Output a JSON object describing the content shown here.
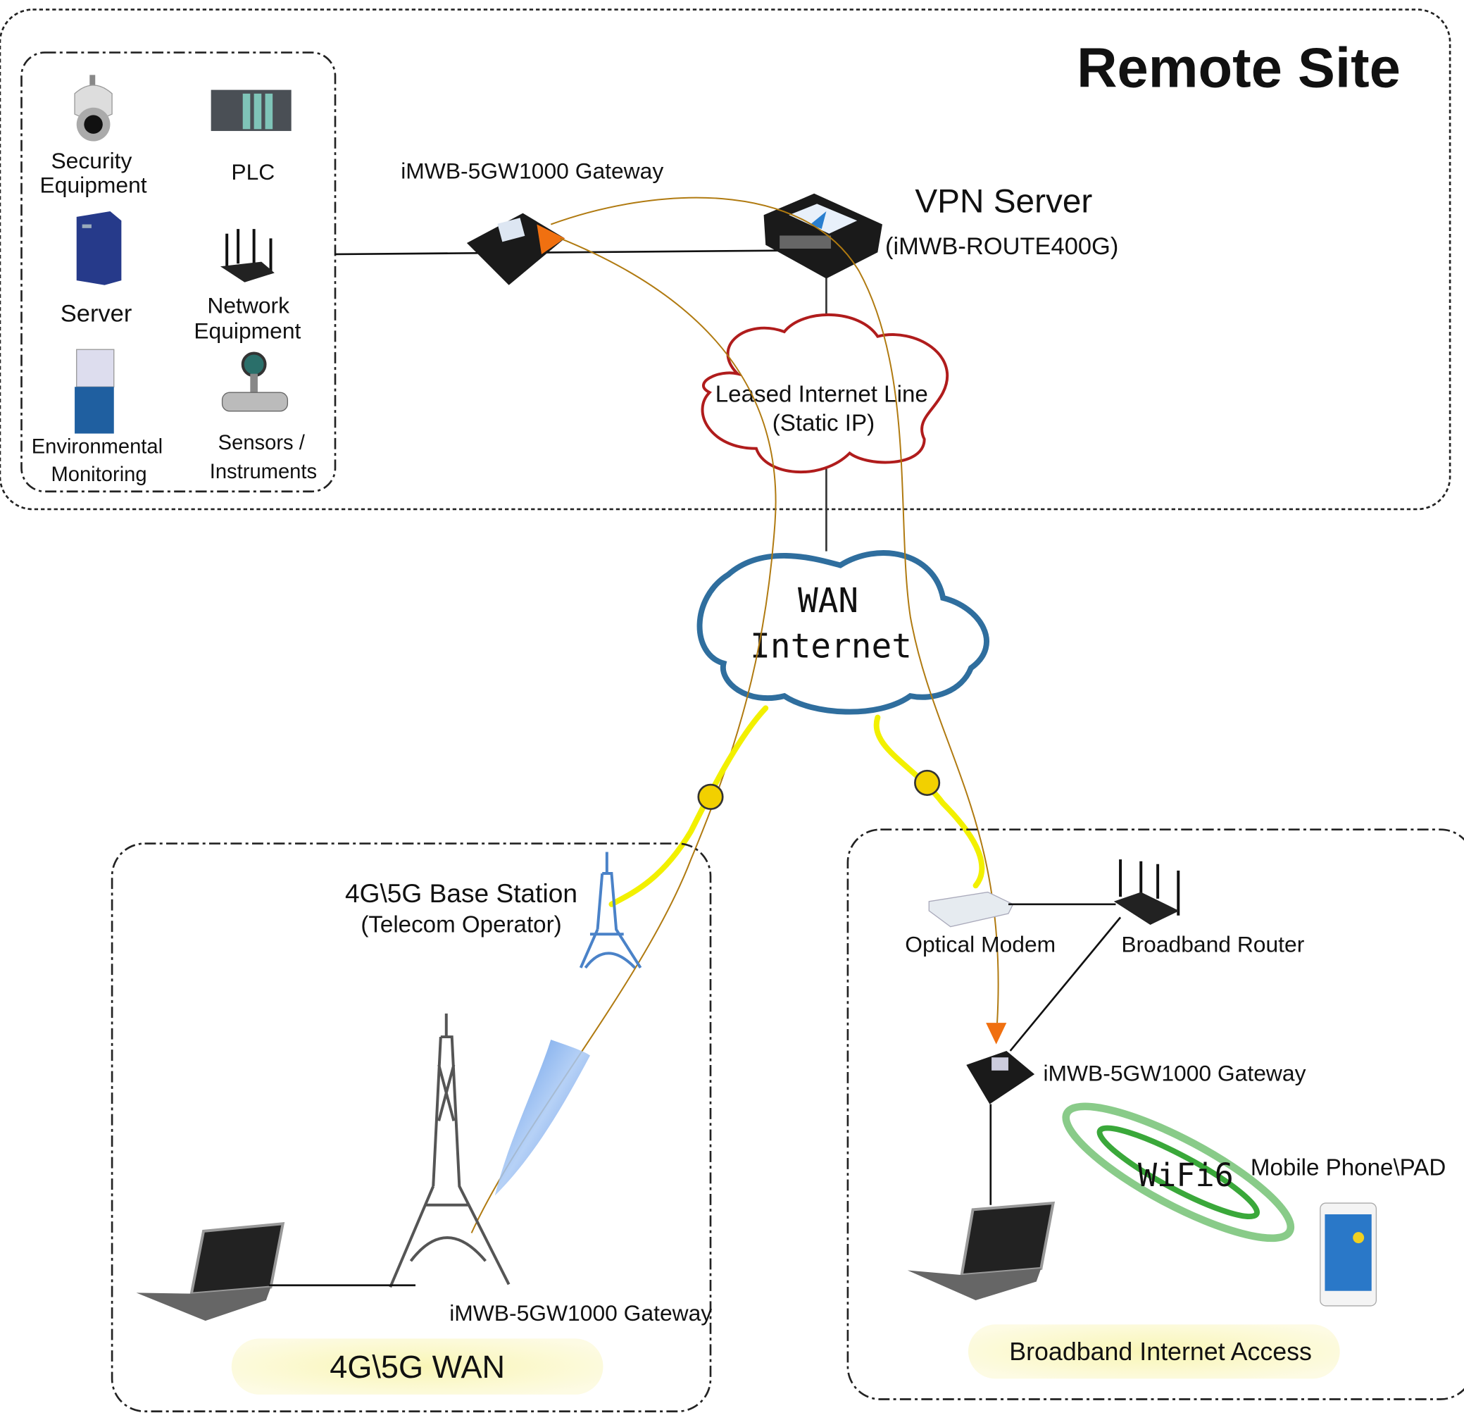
{
  "remote_site": {
    "title": "Remote Site",
    "devices": [
      {
        "icon": "security-camera-icon",
        "label_lines": [
          "Security",
          "Equipment"
        ]
      },
      {
        "icon": "plc-icon",
        "label_lines": [
          "PLC"
        ]
      },
      {
        "icon": "server-icon",
        "label_lines": [
          "Server"
        ]
      },
      {
        "icon": "network-equipment-icon",
        "label_lines": [
          "Network",
          "Equipment"
        ]
      },
      {
        "icon": "environmental-monitor-icon",
        "label_lines": [
          "Environmental",
          "Monitoring"
        ]
      },
      {
        "icon": "sensor-instrument-icon",
        "label_lines": [
          "Sensors /",
          "Instruments"
        ]
      }
    ],
    "gateway_label": "iMWB-5GW1000 Gateway",
    "vpn_server_label": "VPN Server",
    "vpn_server_model": "(iMWB-ROUTE400G)",
    "leased_line_lines": [
      "Leased Internet Line",
      "(Static IP)"
    ]
  },
  "wan": {
    "lines": [
      "WAN",
      "Internet"
    ]
  },
  "cellular": {
    "base_station_lines": [
      "4G\\5G Base Station",
      "(Telecom Operator)"
    ],
    "gateway_label": "iMWB-5GW1000 Gateway",
    "banner": "4G\\5G WAN"
  },
  "broadband": {
    "optical_modem": "Optical Modem",
    "broadband_router": "Broadband Router",
    "gateway_label": "iMWB-5GW1000 Gateway",
    "wifi_label": "WiFi6",
    "mobile_label": "Mobile Phone\\PAD",
    "banner": "Broadband Internet Access"
  },
  "colors": {
    "leased_cloud": "#b01c1c",
    "wan_cloud": "#2f6e9e",
    "vpn_tunnel": "#c08a1a",
    "cable": "#f2f000",
    "gateway_accent": "#f07010",
    "banner_bg": "#fbf8c8",
    "wifi_green": "#3aa83a"
  }
}
